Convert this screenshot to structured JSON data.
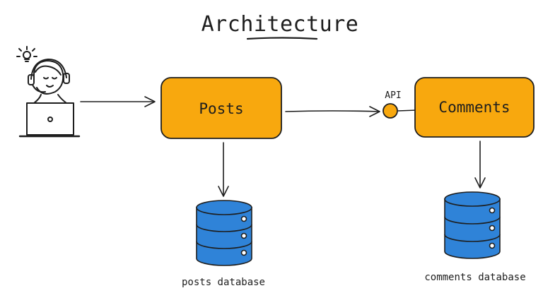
{
  "title": "Architecture",
  "nodes": {
    "posts": {
      "label": "Posts"
    },
    "comments": {
      "label": "Comments"
    }
  },
  "api_label": "API",
  "databases": {
    "posts": {
      "label": "posts database"
    },
    "comments": {
      "label": "comments database"
    }
  },
  "colors": {
    "node_fill": "#f8a80e",
    "node_stroke": "#1e1e1e",
    "db_fill": "#2f83d8",
    "db_stroke": "#1e1e1e",
    "api_fill": "#f8a80e",
    "line": "#1e1e1e"
  },
  "icons": {
    "user": "user-at-laptop-icon",
    "database": "database-icon"
  }
}
